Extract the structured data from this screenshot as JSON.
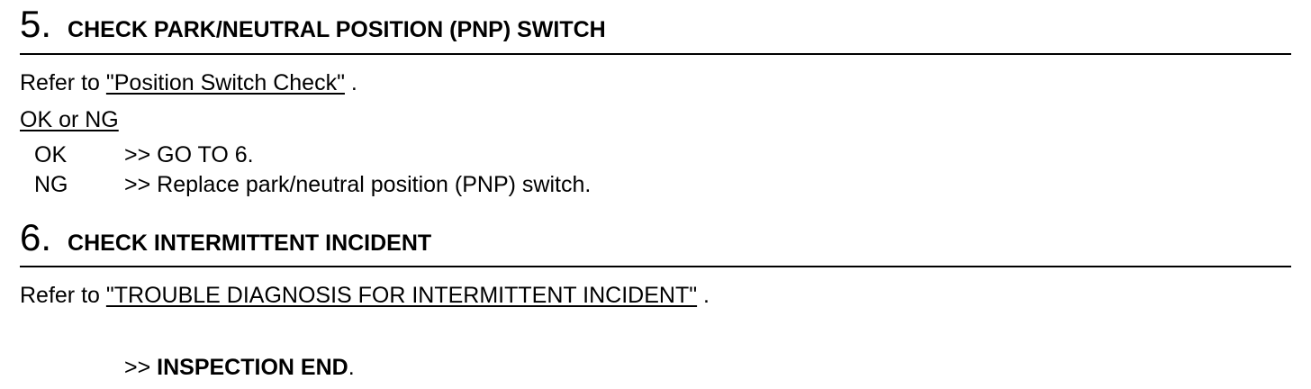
{
  "step5": {
    "number": "5",
    "dot": ".",
    "title": "CHECK PARK/NEUTRAL POSITION (PNP) SWITCH",
    "refer_prefix": "Refer to ",
    "refer_link": "\"Position Switch Check\"",
    "refer_suffix": " .",
    "result_heading": "OK or NG",
    "results": [
      {
        "label": "OK",
        "action": ">> GO TO 6."
      },
      {
        "label": "NG",
        "action": ">> Replace park/neutral position (PNP) switch."
      }
    ]
  },
  "step6": {
    "number": "6",
    "dot": ".",
    "title": "CHECK INTERMITTENT INCIDENT",
    "refer_prefix": "Refer to ",
    "refer_link": "\"TROUBLE DIAGNOSIS FOR INTERMITTENT INCIDENT\"",
    "refer_suffix": " .",
    "end_prefix": ">> ",
    "end_label": "INSPECTION END",
    "end_suffix": "."
  }
}
